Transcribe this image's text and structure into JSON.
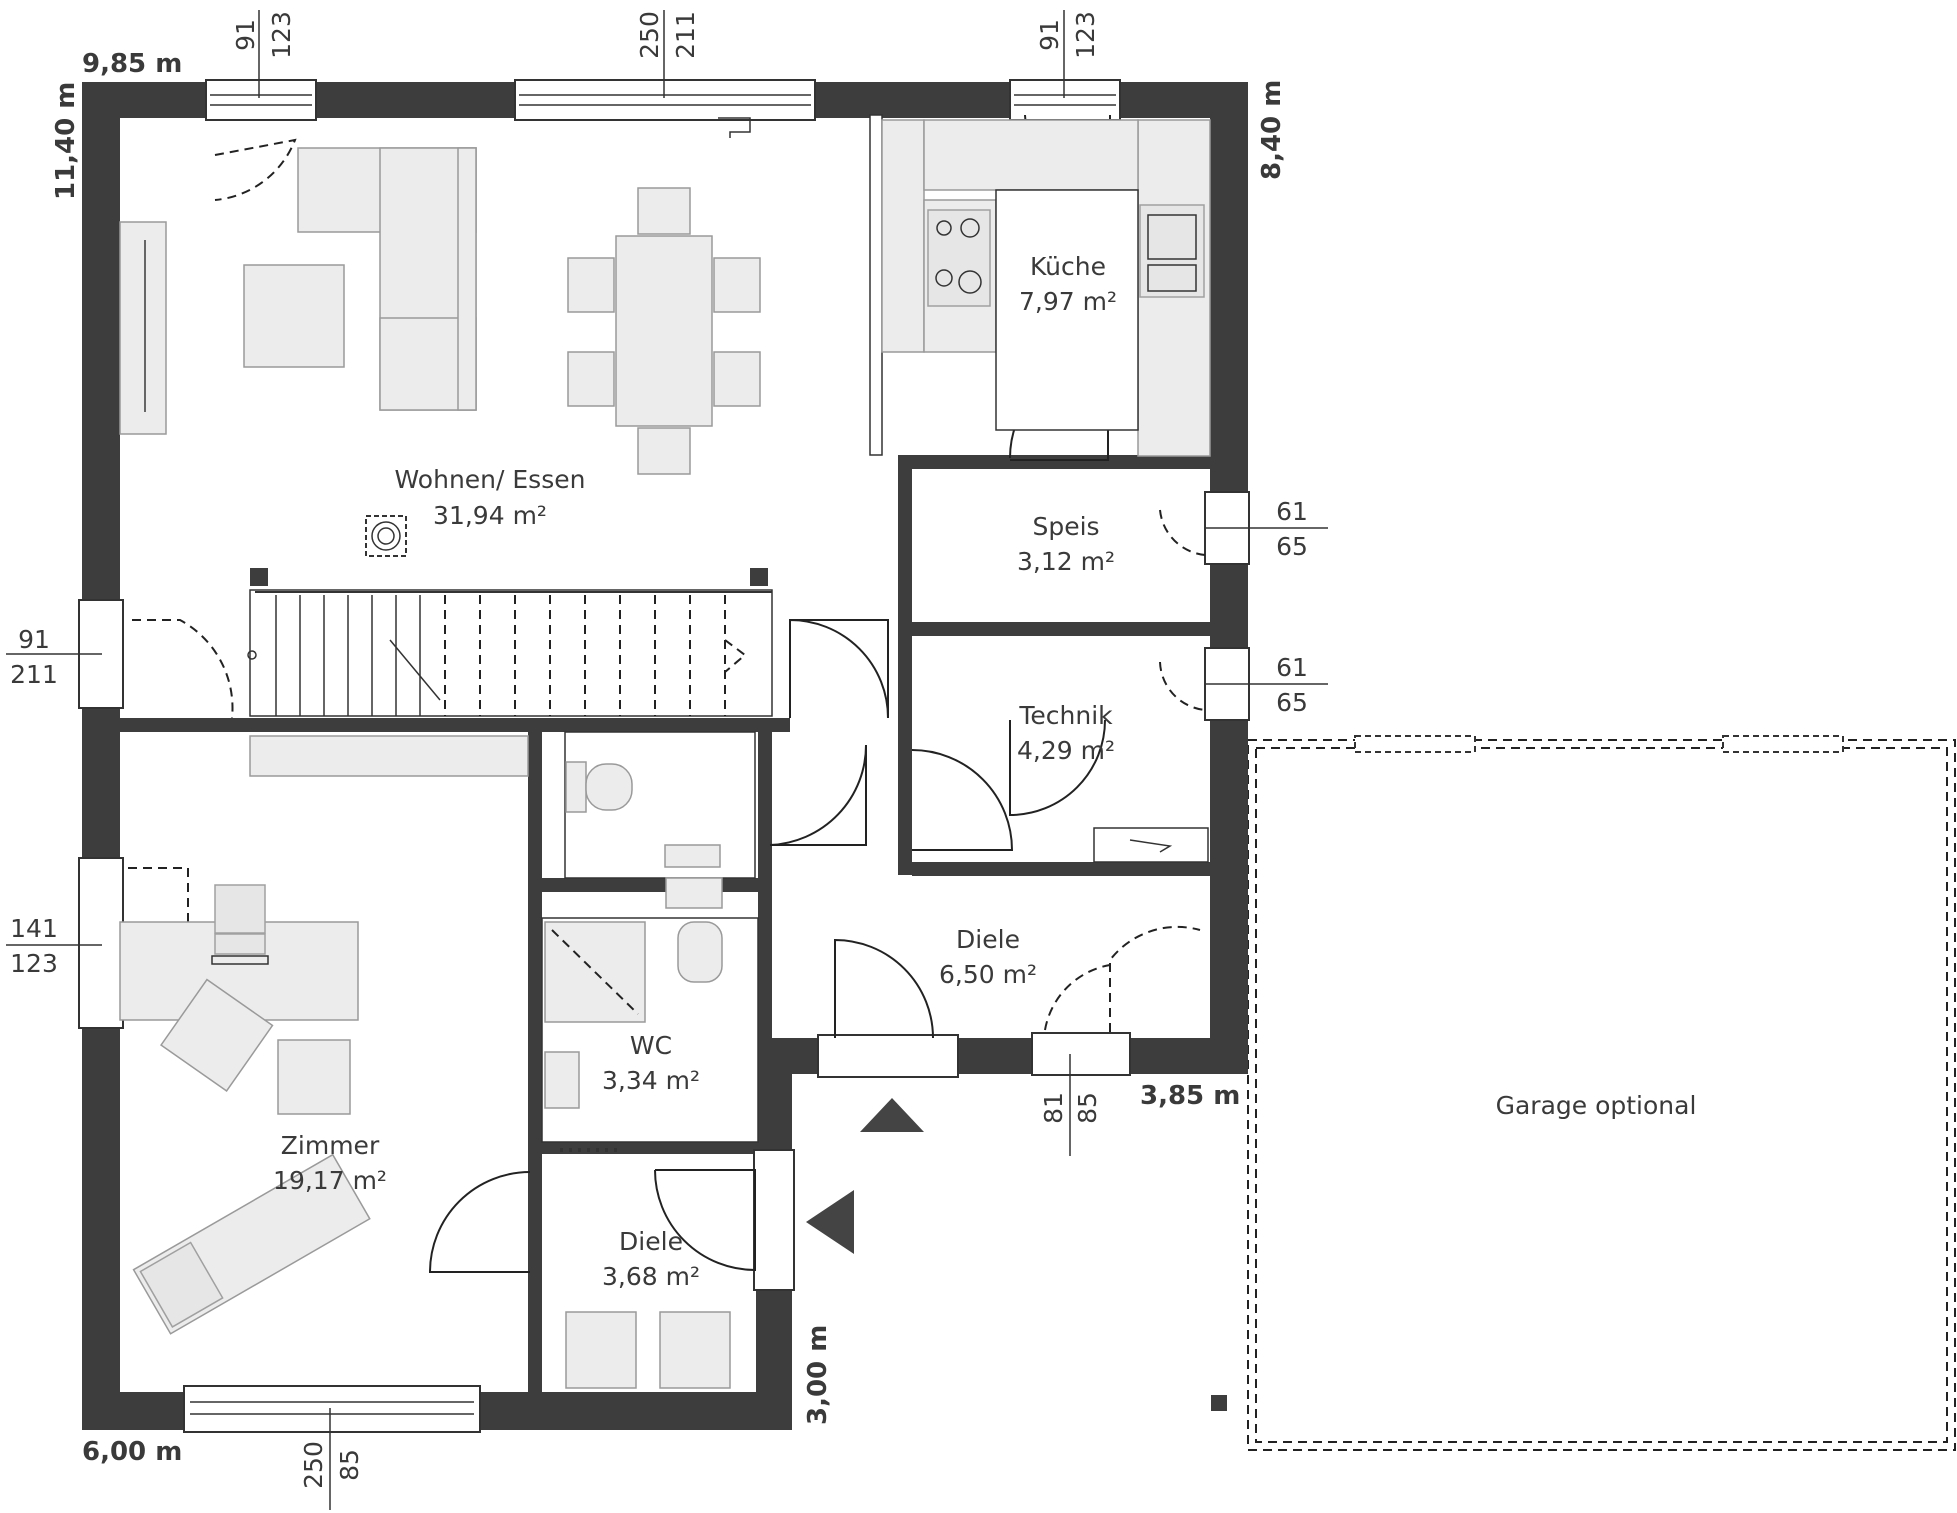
{
  "outer_dimensions": {
    "top_left": "9,85 m",
    "left": "11,40 m",
    "right": "8,40 m",
    "bottom_left": "6,00 m",
    "entry_right": "3,85 m",
    "entry_bottom": "3,00 m"
  },
  "rooms": [
    {
      "name": "Wohnen/ Essen",
      "area": "31,94 m²"
    },
    {
      "name": "Küche",
      "area": "7,97 m²"
    },
    {
      "name": "Speis",
      "area": "3,12 m²"
    },
    {
      "name": "Technik",
      "area": "4,29 m²"
    },
    {
      "name": "Diele",
      "area": "6,50 m²"
    },
    {
      "name": "Zimmer",
      "area": "19,17 m²"
    },
    {
      "name": "WC",
      "area": "3,34 m²"
    },
    {
      "name": "Diele",
      "area": "3,68 m²"
    }
  ],
  "window_dimensions": [
    {
      "width": "91",
      "height": "123"
    },
    {
      "width": "250",
      "height": "211"
    },
    {
      "width": "91",
      "height": "123"
    },
    {
      "width": "61",
      "height": "65"
    },
    {
      "width": "61",
      "height": "65"
    },
    {
      "width": "91",
      "height": "211"
    },
    {
      "width": "141",
      "height": "123"
    },
    {
      "width": "81",
      "height": "85"
    },
    {
      "width": "250",
      "height": "85"
    }
  ],
  "garage": {
    "label": "Garage optional"
  },
  "colors": {
    "wall": "#3d3d3d",
    "furniture": "#ececec",
    "text": "#3a3a3a"
  }
}
